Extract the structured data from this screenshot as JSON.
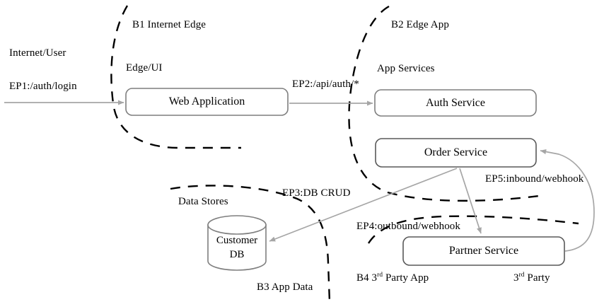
{
  "diagram": {
    "title": "Application Trust Boundary Diagram",
    "colors": {
      "node_stroke": "#7f7f7f",
      "node_fill": "#ffffff",
      "flow_stroke": "#a6a6a6",
      "boundary_stroke": "#000000",
      "text": "#000000",
      "background": "#ffffff"
    },
    "nodes": [
      {
        "id": "web-application",
        "label": "Web Application",
        "shape": "rounded-rect"
      },
      {
        "id": "auth-service",
        "label": "Auth Service",
        "shape": "rounded-rect"
      },
      {
        "id": "order-service",
        "label": "Order  Service",
        "shape": "rounded-rect"
      },
      {
        "id": "partner-service",
        "label": "Partner  Service",
        "shape": "rounded-rect"
      },
      {
        "id": "customer-db",
        "label_line1": "Customer",
        "label_line2": "DB",
        "shape": "cylinder"
      }
    ],
    "group_labels": [
      {
        "id": "edge-ui",
        "text": "Edge/UI"
      },
      {
        "id": "app-services",
        "text": "App Services"
      },
      {
        "id": "data-stores",
        "text": "Data Stores"
      }
    ],
    "actors": [
      {
        "id": "internet-user",
        "text": "Internet/User"
      },
      {
        "id": "third-party",
        "text": "3",
        "sup": "rd",
        "text_after": " Party"
      }
    ],
    "boundaries": [
      {
        "id": "b1",
        "text": "B1 Internet Edge"
      },
      {
        "id": "b2",
        "text": "B2 Edge App"
      },
      {
        "id": "b3",
        "text": "B3 App Data"
      },
      {
        "id": "b4",
        "text_before": "B4 3",
        "sup": "rd",
        "text_after": " Party App"
      }
    ],
    "endpoints": [
      {
        "id": "ep1",
        "text": "EP1:/auth/login"
      },
      {
        "id": "ep2",
        "text": "EP2:/api/auth/*"
      },
      {
        "id": "ep3",
        "text": "EP3:DB CRUD"
      },
      {
        "id": "ep4",
        "text": "EP4:outbound/webhook"
      },
      {
        "id": "ep5",
        "text": "EP5:inbound/webhook"
      }
    ]
  }
}
